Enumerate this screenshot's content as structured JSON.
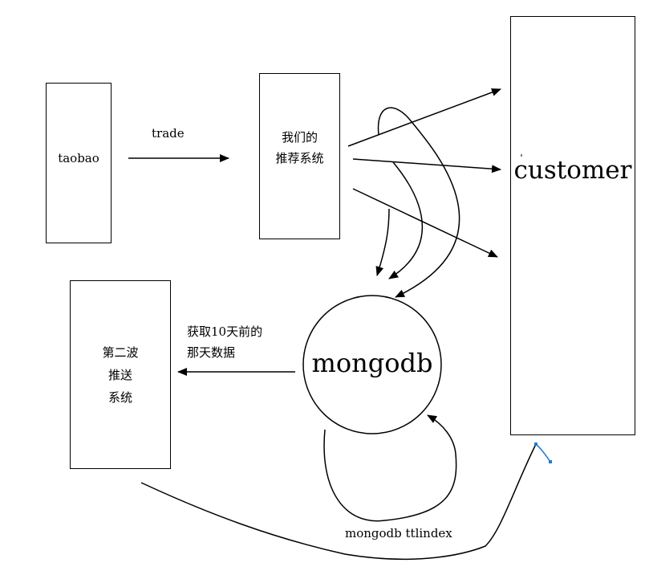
{
  "nodes": {
    "taobao": "taobao",
    "recommender": [
      "我们的",
      "推荐系统"
    ],
    "customer": "customer",
    "mongodb": "mongodb",
    "second_push": [
      "第二波",
      "推送",
      "系统"
    ]
  },
  "edges": {
    "trade": "trade",
    "fetch": [
      "获取10天前的",
      "那天数据"
    ],
    "ttl": "mongodb ttlindex"
  },
  "colors": {
    "line": "#000000",
    "accent": "#1e7bd6"
  }
}
